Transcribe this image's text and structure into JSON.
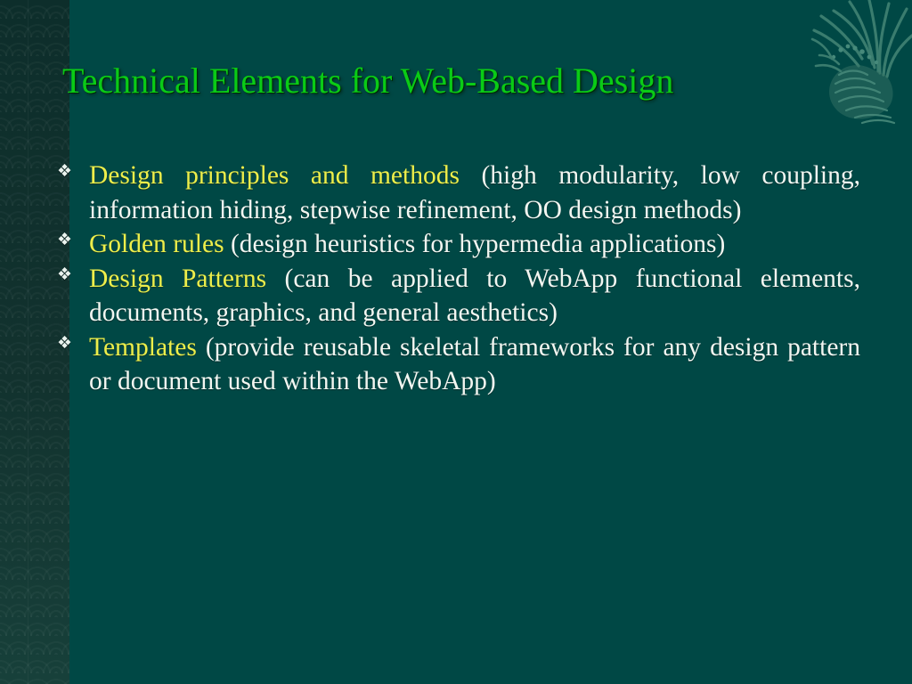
{
  "slide": {
    "title": "Technical Elements for Web-Based Design",
    "bullet_glyph": "❖",
    "colors": {
      "background": "#004845",
      "left_band": "#123632",
      "title_green": "#0ACB16",
      "highlight_yellow": "#EDEE4B",
      "body_text": "#F2F6F1",
      "ornament": "#3E7A6B"
    },
    "bullets": [
      {
        "lead": "Design principles and methods",
        "rest": " (high modularity, low coupling, information hiding, stepwise refinement, OO design methods)"
      },
      {
        "lead": "Golden rules",
        "rest": " (design heuristics for hypermedia applications)"
      },
      {
        "lead": "Design Patterns",
        "rest": " (can be applied to WebApp functional elements, documents, graphics, and general aesthetics)"
      },
      {
        "lead": "Templates",
        "rest": " (provide reusable skeletal frameworks for any design pattern or document used within the WebApp)"
      }
    ]
  }
}
